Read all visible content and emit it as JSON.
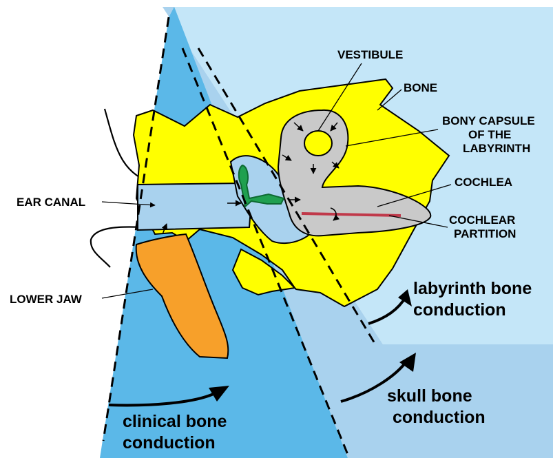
{
  "labels": {
    "vestibule": "VESTIBULE",
    "bone": "BONE",
    "bony_capsule_1": "BONY CAPSULE",
    "bony_capsule_2": "OF THE",
    "bony_capsule_3": "LABYRINTH",
    "cochlea": "COCHLEA",
    "cochlear_partition_1": "COCHLEAR",
    "cochlear_partition_2": "PARTITION",
    "ear_canal": "EAR CANAL",
    "lower_jaw": "LOWER JAW"
  },
  "pathways": {
    "labyrinth_1": "labyrinth bone",
    "labyrinth_2": "conduction",
    "skull_1": "skull bone",
    "skull_2": "conduction",
    "clinical_1": "clinical bone",
    "clinical_2": "conduction"
  },
  "colors": {
    "clinical_zone": "#5bb8e8",
    "skull_zone": "#a9d2ee",
    "labyrinth_zone": "#c4e6f8",
    "bone": "#ffff00",
    "capsule": "#c9c9c9",
    "jaw": "#f7a02a",
    "ossicles": "#1fa050",
    "partition": "#c0394a"
  }
}
